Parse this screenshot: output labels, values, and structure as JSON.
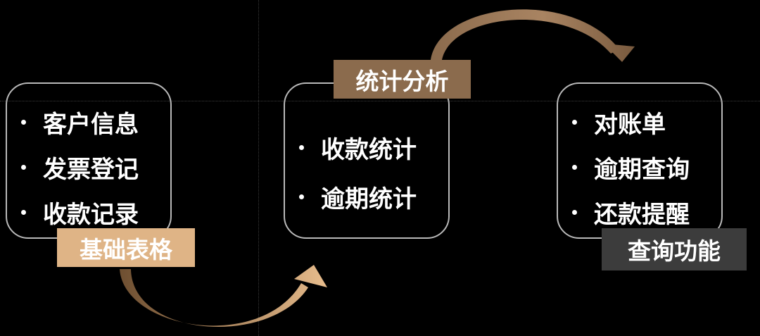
{
  "colors": {
    "background": "#000000",
    "card_border": "#b9b9b9",
    "tag_basic": "#dfb486",
    "tag_stats": "#8b6b4d",
    "tag_query": "#3c3c3c",
    "arrow_dark": "#6e4f31",
    "arrow_light": "#e8bd8d"
  },
  "left_group": {
    "items": [
      "客户信息",
      "发票登记",
      "收款记录"
    ],
    "tag": "基础表格"
  },
  "middle_group": {
    "items": [
      "收款统计",
      "逾期统计"
    ],
    "tag": "统计分析"
  },
  "right_group": {
    "items": [
      "对账单",
      "逾期查询",
      "还款提醒"
    ],
    "tag": "查询功能"
  },
  "icons": {
    "bullet": "bullet-dot",
    "flow_arrow": "curved-arrow"
  }
}
